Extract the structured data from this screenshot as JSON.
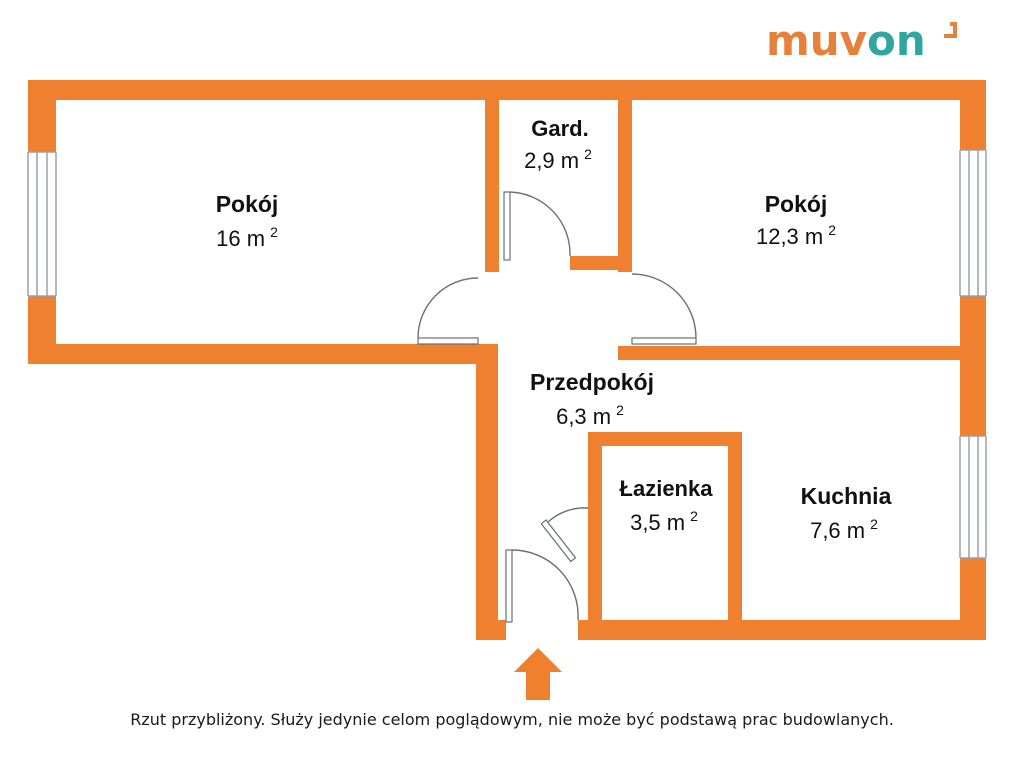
{
  "logo": {
    "prefix": "muv",
    "suffix": "on",
    "mark": "⌐",
    "prefix_color": "#E6803A",
    "suffix_color": "#2FA7A0"
  },
  "colors": {
    "wall": "#EF8030",
    "window_line": "#9aa0a6",
    "door_line": "#6b7075",
    "text": "#111111"
  },
  "rooms": [
    {
      "name": "Pokój",
      "area": "16 m",
      "unit_sup": "2"
    },
    {
      "name": "Gard.",
      "area": "2,9 m",
      "unit_sup": "2"
    },
    {
      "name": "Pokój",
      "area": "12,3 m",
      "unit_sup": "2"
    },
    {
      "name": "Przedpokój",
      "area": "6,3 m",
      "unit_sup": "2"
    },
    {
      "name": "Łazienka",
      "area": "3,5 m",
      "unit_sup": "2"
    },
    {
      "name": "Kuchnia",
      "area": "7,6 m",
      "unit_sup": "2"
    }
  ],
  "entrance_icon": "arrow-up-icon",
  "disclaimer": "Rzut przybliżony. Służy jedynie celom poglądowym, nie może być podstawą prac budowlanych."
}
